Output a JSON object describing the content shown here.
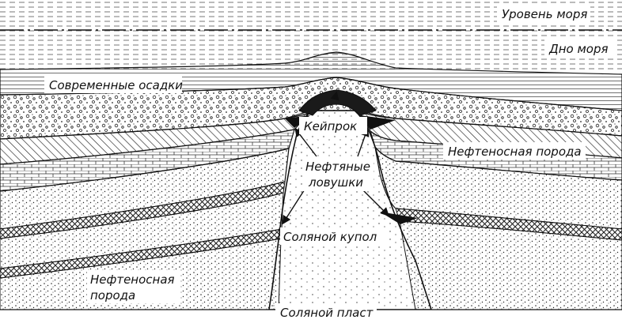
{
  "diagram": {
    "labels": {
      "sea_level": "Уровень моря",
      "sea_floor": "Дно моря",
      "modern_sediments": "Современные осадки",
      "caprock": "Кейпрок",
      "oil_rock_right": "Нефтеносная порода",
      "oil_traps_line1": "Нефтяные",
      "oil_traps_line2": "ловушки",
      "salt_dome": "Соляной купол",
      "oil_rock_left_line1": "Нефтеносная",
      "oil_rock_left_line2": "порода",
      "salt_bed": "Соляной пласт"
    },
    "colors": {
      "ink": "#111111",
      "paper": "#ffffff",
      "oil": "#111111",
      "caprock": "#1a1a1a"
    }
  }
}
